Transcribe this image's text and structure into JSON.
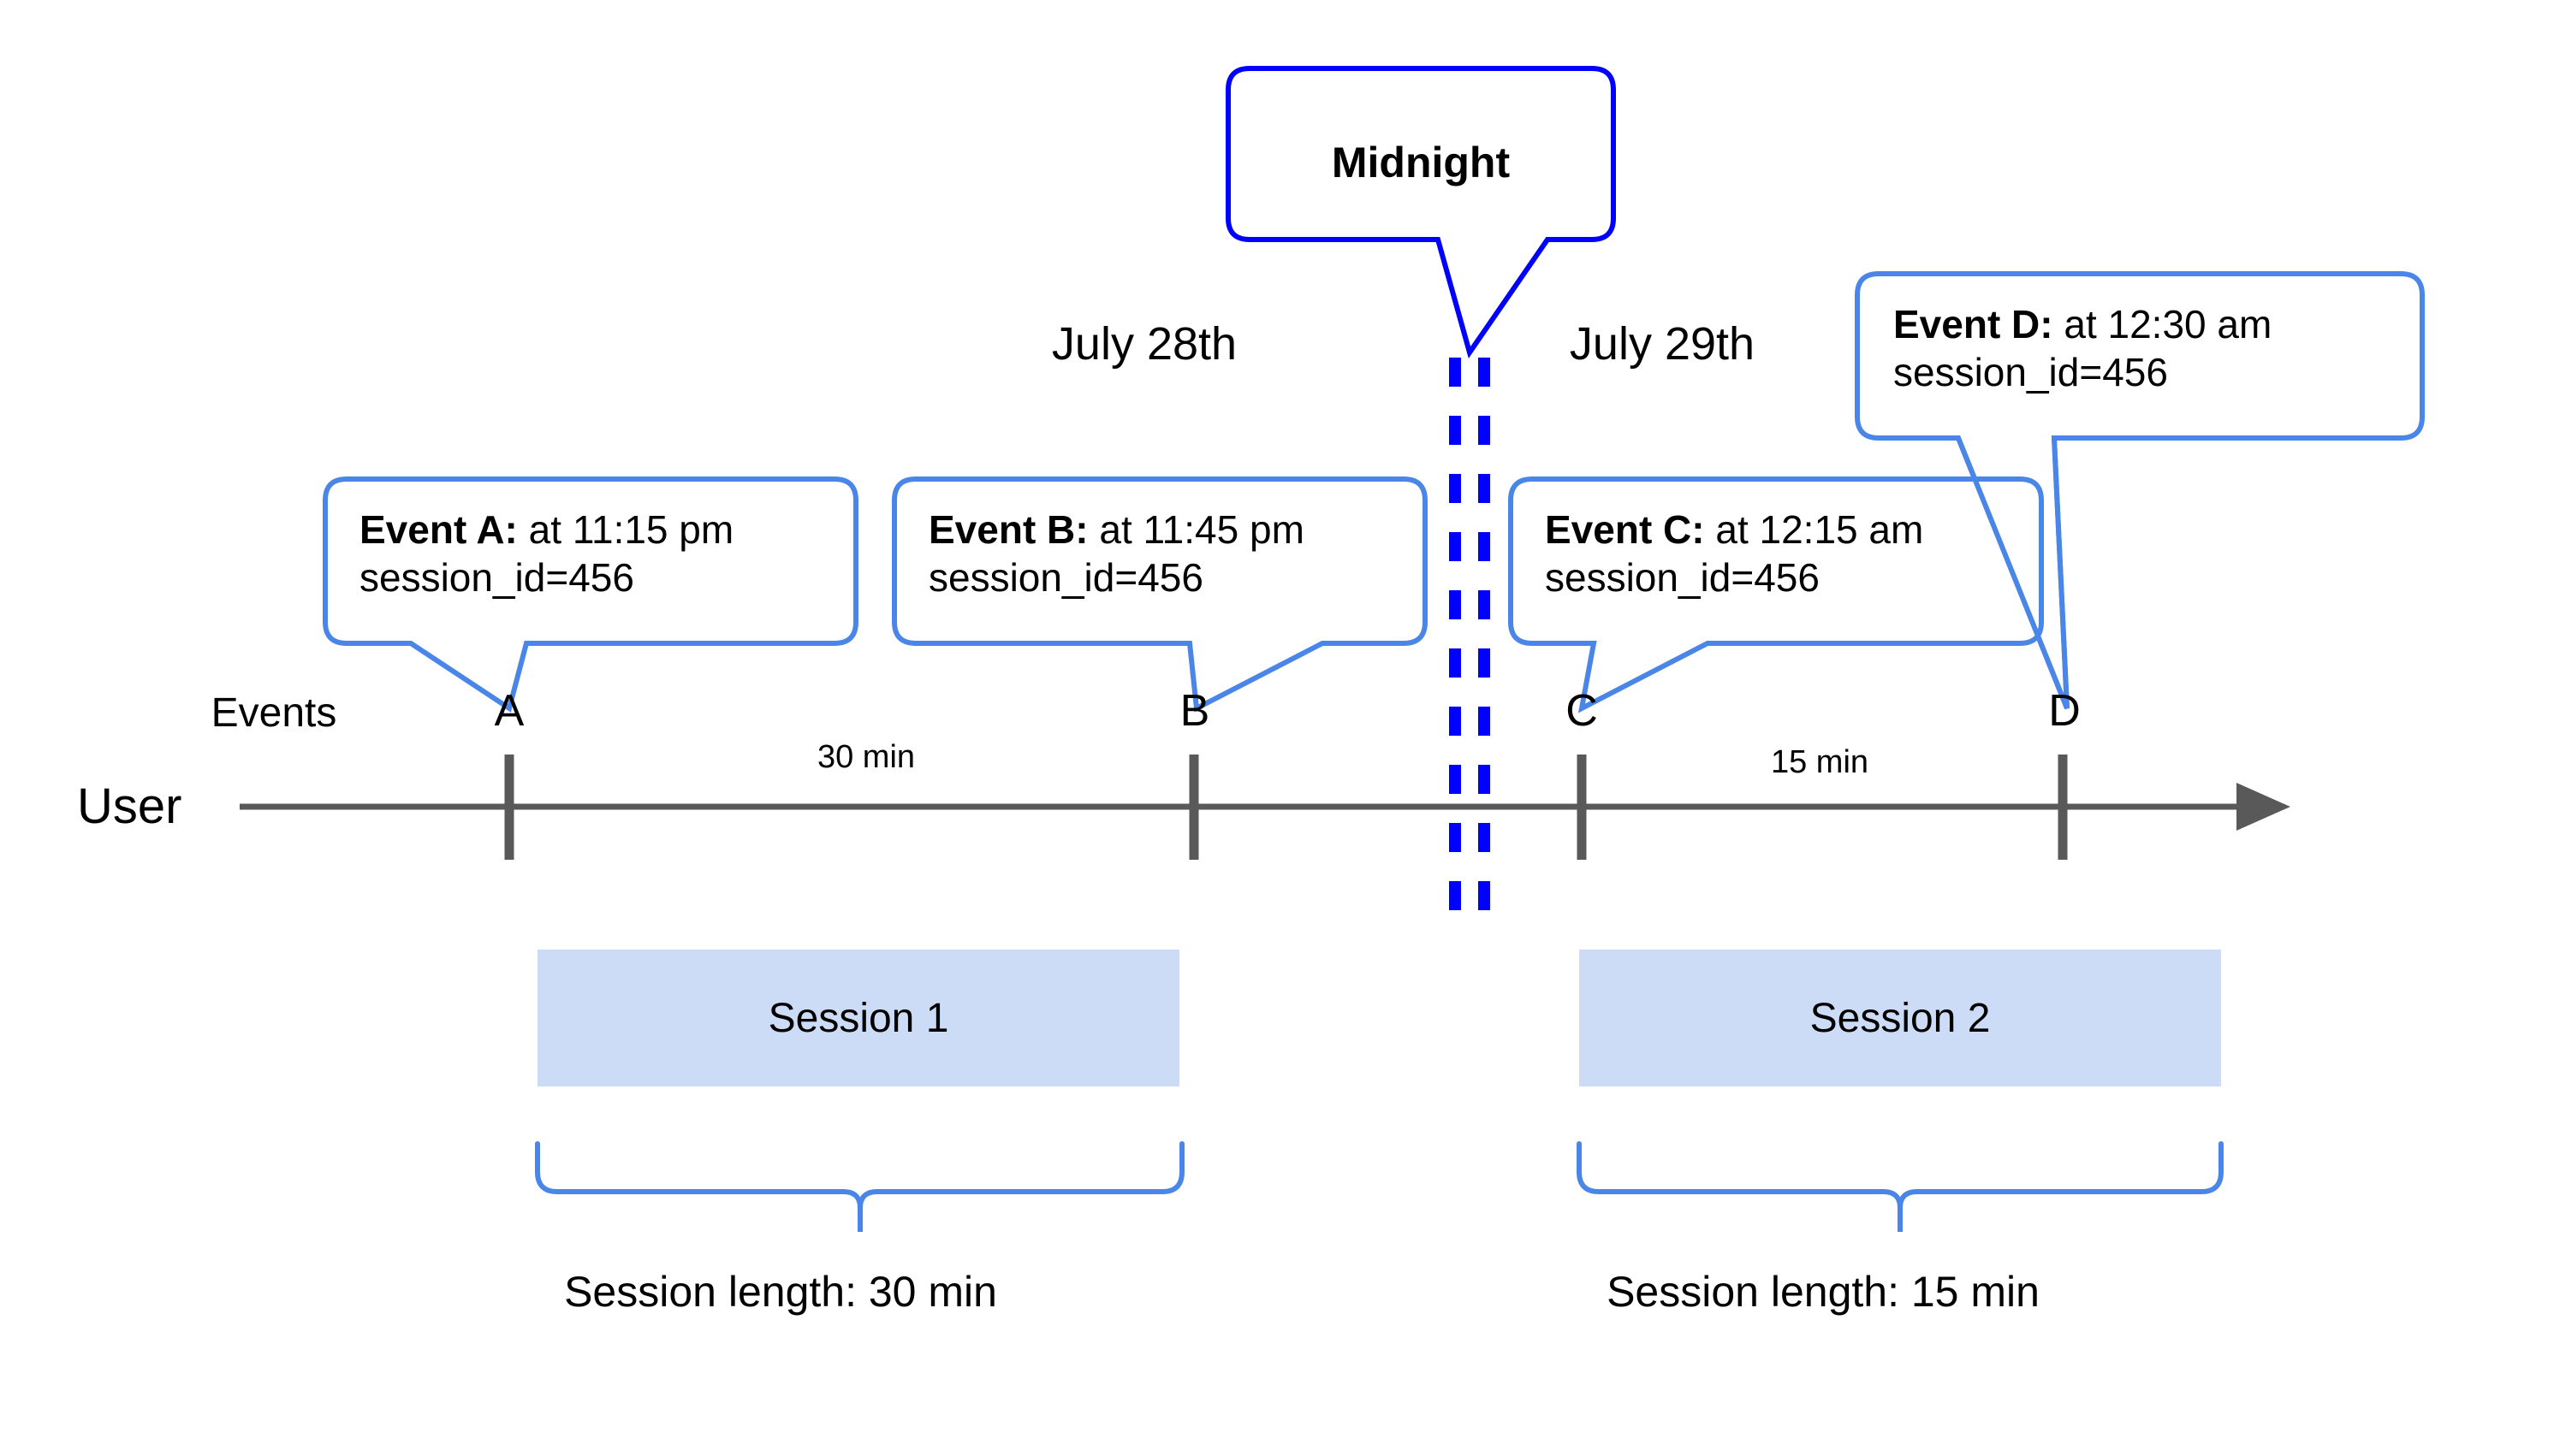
{
  "diagram": {
    "lanes": {
      "user_label": "User",
      "events_label": "Events"
    },
    "dates": [
      {
        "label": "July 28th"
      },
      {
        "label": "July 29th"
      }
    ],
    "midnight": {
      "label": "Midnight",
      "border_color": "#0000FF"
    },
    "events": [
      {
        "letter": "A",
        "title": "Event A:",
        "time_text": " at 11:15 pm",
        "session_id_text": "session_id=456"
      },
      {
        "letter": "B",
        "title": "Event B:",
        "time_text": " at 11:45 pm",
        "session_id_text": "session_id=456"
      },
      {
        "letter": "C",
        "title": "Event C:",
        "time_text": " at 12:15 am",
        "session_id_text": "session_id=456"
      },
      {
        "letter": "D",
        "title": "Event D:",
        "time_text": " at 12:30 am",
        "session_id_text": "session_id=456"
      }
    ],
    "intervals": [
      {
        "label": "30 min"
      },
      {
        "label": "15 min"
      }
    ],
    "sessions": [
      {
        "box_label": "Session 1",
        "length_label": "Session length: 30 min"
      },
      {
        "box_label": "Session 2",
        "length_label": "Session length: 15 min"
      }
    ],
    "colors": {
      "callout_border": "#4A86E8",
      "midnight_border": "#0000FF",
      "midnight_dashes": "#0000FF",
      "session_fill": "#CCDCF7",
      "brace": "#4A86E8",
      "axis": "#595959",
      "text": "#000000"
    }
  }
}
